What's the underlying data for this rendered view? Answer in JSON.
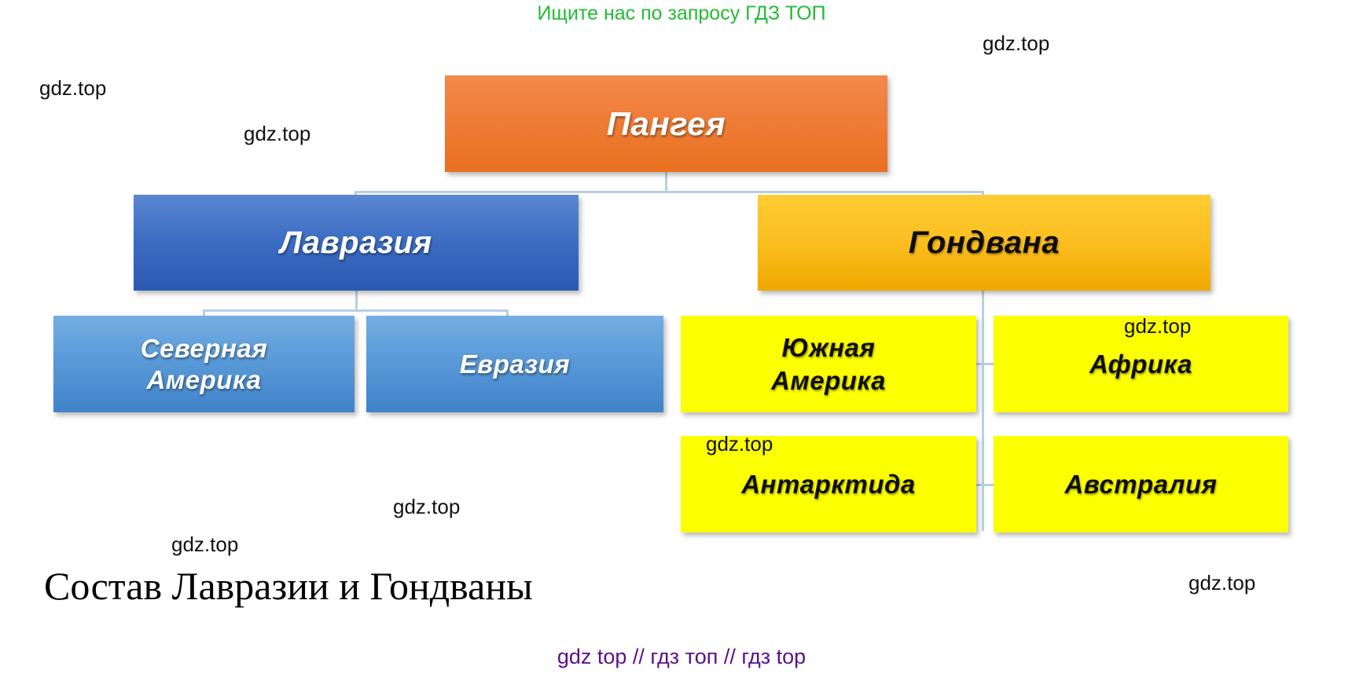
{
  "promo": {
    "top_text": "Ищите нас по запросу ГДЗ ТОП",
    "bottom_text": "gdz top  //  гдз топ  //  гдз top",
    "top_color": "#22bb33",
    "bottom_color": "#5c0f8b"
  },
  "caption": {
    "text": "Состав Лавразии и Гондваны"
  },
  "watermarks": [
    {
      "text": "gdz.top"
    },
    {
      "text": "gdz.top"
    },
    {
      "text": "gdz.top"
    },
    {
      "text": "gdz.top"
    },
    {
      "text": "gdz.top"
    },
    {
      "text": "gdz.top"
    },
    {
      "text": "gdz.top"
    },
    {
      "text": "gdz.top"
    }
  ],
  "diagram": {
    "title": "Состав Лавразии и Гондваны",
    "root": {
      "label": "Пангея",
      "color": "#ef7f3c",
      "text_color": "#ffffff"
    },
    "level2": [
      {
        "label": "Лавразия",
        "color": "#3d6fc4",
        "text_color": "#ffffff"
      },
      {
        "label": "Гондвана",
        "color": "#fcc022",
        "text_color": "#100d04"
      }
    ],
    "laurasia_children": [
      {
        "label": "Северная Америка",
        "line1": "Северная",
        "line2": "Америка",
        "color": "#5a9ad8",
        "text_color": "#ffffff"
      },
      {
        "label": "Евразия",
        "line1": "Евразия",
        "line2": "",
        "color": "#5a9ad8",
        "text_color": "#ffffff"
      }
    ],
    "gondwana_children": [
      {
        "label": "Южная Америка",
        "line1": "Южная",
        "line2": "Америка",
        "color": "#fbff00",
        "text_color": "#110f00"
      },
      {
        "label": "Африка",
        "line1": "Африка",
        "line2": "",
        "color": "#fbff00",
        "text_color": "#110f00"
      },
      {
        "label": "Антарктида",
        "line1": "Антарктида",
        "line2": "",
        "color": "#fbff00",
        "text_color": "#110f00"
      },
      {
        "label": "Австралия",
        "line1": "Австралия",
        "line2": "",
        "color": "#fbff00",
        "text_color": "#110f00"
      }
    ],
    "connector_color": "#b8cfe5"
  }
}
